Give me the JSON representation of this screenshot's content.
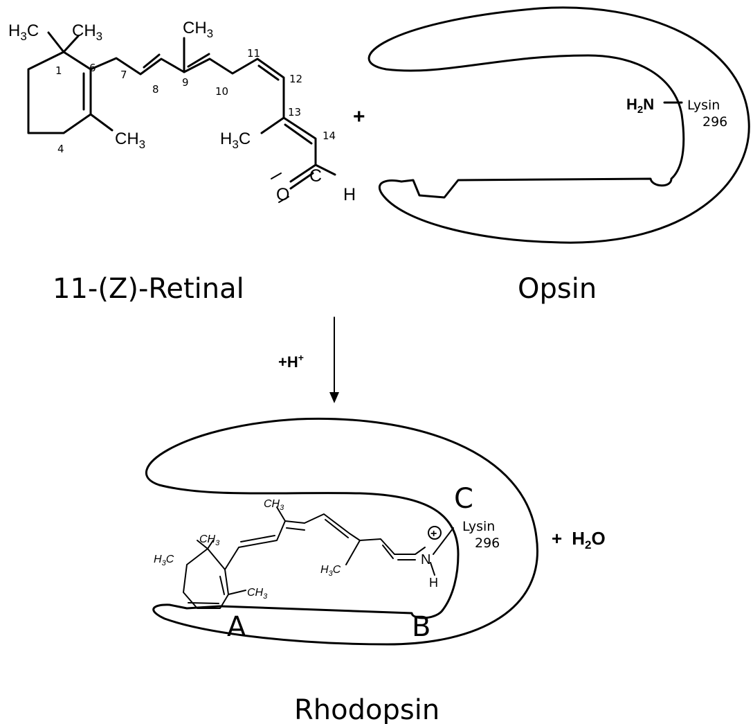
{
  "labels": {
    "retinal_name": "11-(Z)-Retinal",
    "opsin_name": "Opsin",
    "rhodopsin_name": "Rhodopsin",
    "reaction_condition": "+H",
    "reaction_condition_sup": "+",
    "plus_sign": "+",
    "water_plus": "+",
    "water_h": "H",
    "water_sub": "2",
    "water_o": "O"
  },
  "retinal": {
    "methyl_left_h": "H",
    "methyl_left_sub": "3",
    "methyl_left_c": "C",
    "methyl_right_c": "CH",
    "methyl_right_sub": "3",
    "methyl_top_c": "CH",
    "methyl_top_sub": "3",
    "methyl_ring_c": "CH",
    "methyl_ring_sub": "3",
    "methyl_13_h": "H",
    "methyl_13_sub": "3",
    "methyl_13_c": "C",
    "carbonyl_o": "O",
    "carbonyl_c": "C",
    "aldehyde_h": "H",
    "carbon_numbers": [
      "1",
      "4",
      "6",
      "7",
      "8",
      "9",
      "10",
      "11",
      "12",
      "13",
      "14"
    ]
  },
  "opsin": {
    "amine_h": "H",
    "amine_sub": "2",
    "amine_n": "N",
    "lysine_label": "Lysin",
    "lysine_number": "296"
  },
  "rhodopsin": {
    "site_a": "A",
    "site_b": "B",
    "site_c": "C",
    "lysine_label": "Lysin",
    "lysine_number": "296",
    "nitrogen": "N",
    "positive_charge": "+",
    "proton": "H",
    "gem_methyl_left_h": "H",
    "gem_methyl_left_sub": "3",
    "gem_methyl_left_c": "C",
    "gem_methyl_right": "CH",
    "gem_methyl_right_sub": "3",
    "ring_methyl": "CH",
    "ring_methyl_sub": "3",
    "chain_methyl_top": "CH",
    "chain_methyl_top_sub": "3",
    "chain_methyl_13_h": "H",
    "chain_methyl_13_sub": "3",
    "chain_methyl_13_c": "C"
  }
}
